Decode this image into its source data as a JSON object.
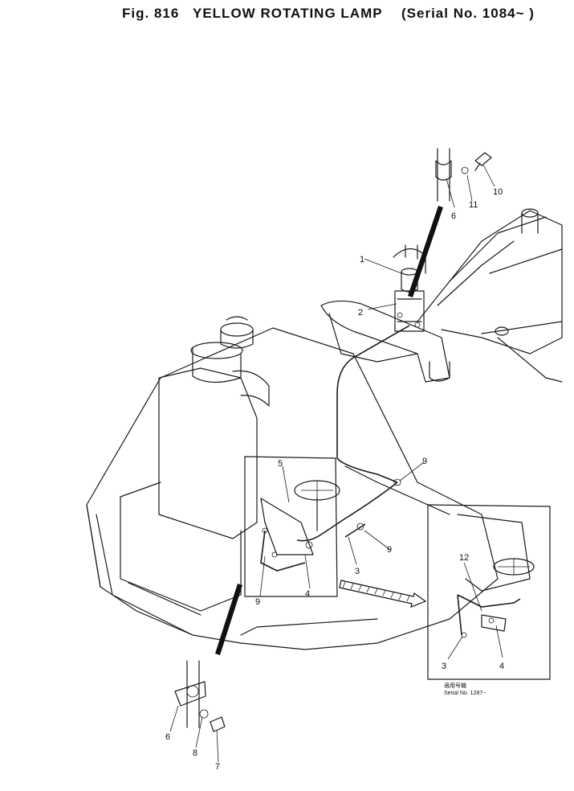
{
  "header": {
    "fig_label": "Fig. 816",
    "title": "YELLOW ROTATING LAMP",
    "serial": "(Serial No. 1084~ )"
  },
  "callouts": {
    "c1": "1",
    "c2": "2",
    "c3a": "3",
    "c4a": "4",
    "c5": "5",
    "c6a": "6",
    "c6b": "6",
    "c7": "7",
    "c8": "8",
    "c9a": "9",
    "c9b": "9",
    "c9c": "9",
    "c10": "10",
    "c11": "11",
    "c12": "12",
    "c3b": "3",
    "c4b": "4"
  },
  "inset": {
    "note_jp": "適用号機",
    "note_serial": "Serial No. 1287~"
  }
}
